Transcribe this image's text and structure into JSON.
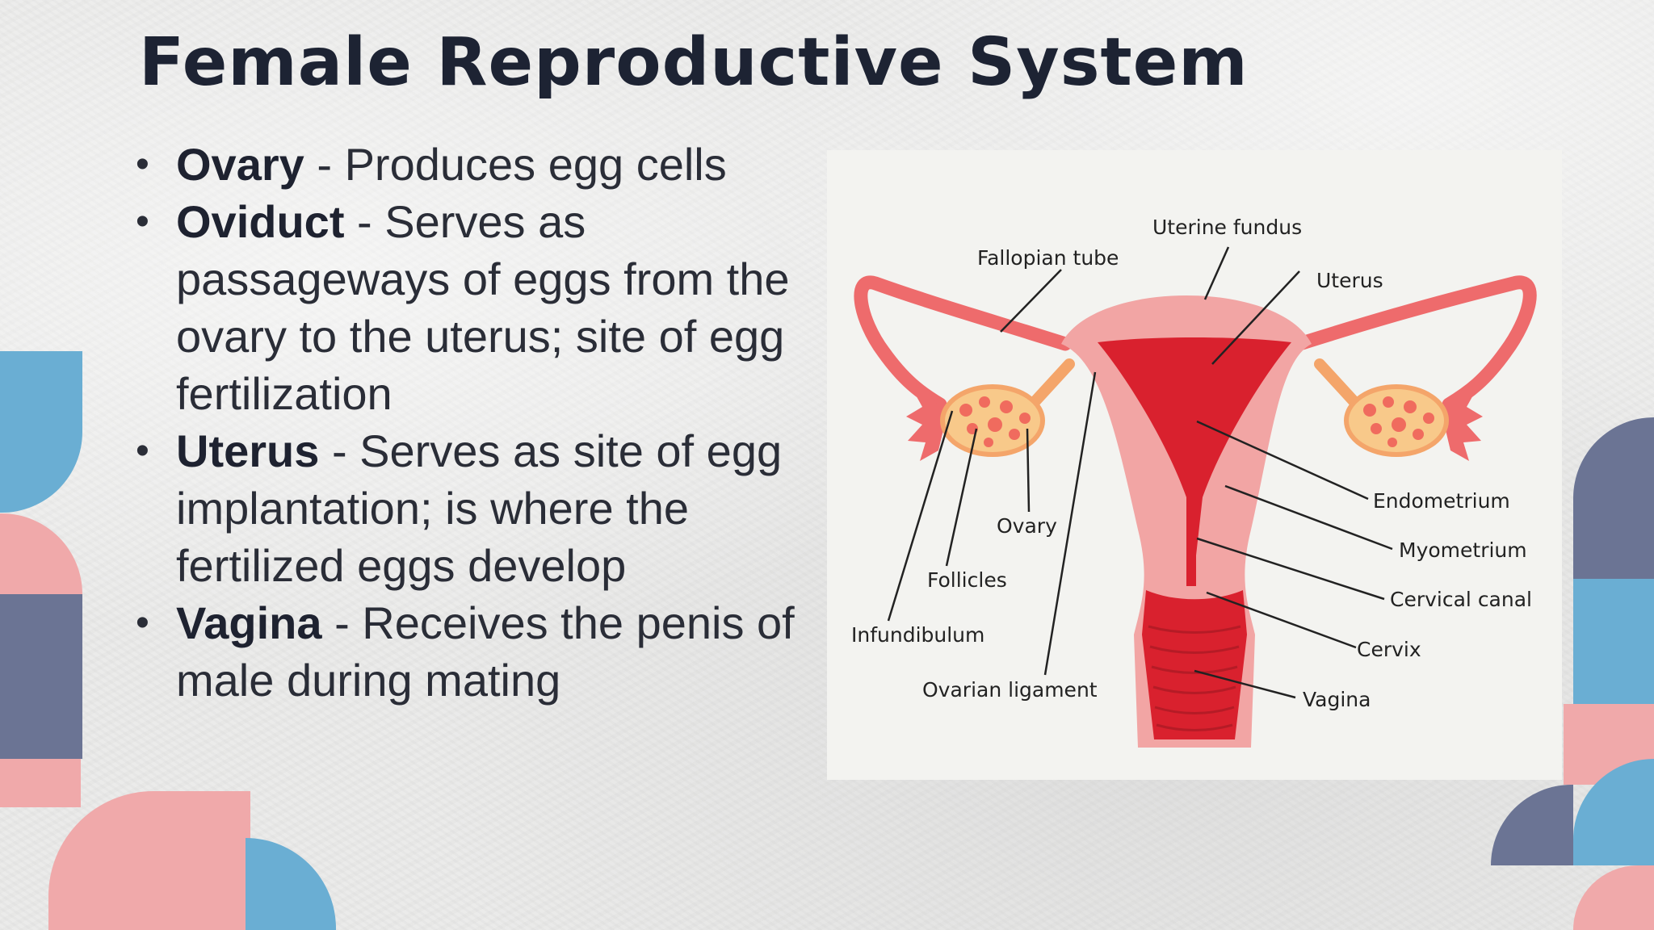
{
  "slide": {
    "title": "Female Reproductive System"
  },
  "bullets": [
    {
      "term": "Ovary",
      "separator": " - ",
      "desc": "Produces egg cells"
    },
    {
      "term": "Oviduct",
      "separator": " - ",
      "desc": "Serves as passageways of eggs from the ovary to the uterus; site of egg fertilization"
    },
    {
      "term": "Uterus",
      "separator": " - ",
      "desc": "Serves as site of egg implantation; is where the fertilized eggs develop"
    },
    {
      "term": "Vagina",
      "separator": " - ",
      "desc": "Receives the penis of male during mating"
    }
  ],
  "bullet_symbol": "•",
  "diagram": {
    "labels": {
      "uterine_fundus": "Uterine fundus",
      "fallopian_tube": "Fallopian tube",
      "uterus": "Uterus",
      "endometrium": "Endometrium",
      "myometrium": "Myometrium",
      "cervical_canal": "Cervical canal",
      "cervix": "Cervix",
      "vagina": "Vagina",
      "ovary": "Ovary",
      "follicles": "Follicles",
      "infundibulum": "Infundibulum",
      "ovarian_ligament": "Ovarian ligament"
    }
  },
  "colors": {
    "accent_blue": "#6aaed3",
    "accent_pink": "#f0a9aa",
    "accent_navy": "#6b7494",
    "tissue_light": "#f2a5a4",
    "tissue_dark": "#d9212e",
    "tube": "#ee6b6c",
    "ovary": "#f8c98a"
  }
}
